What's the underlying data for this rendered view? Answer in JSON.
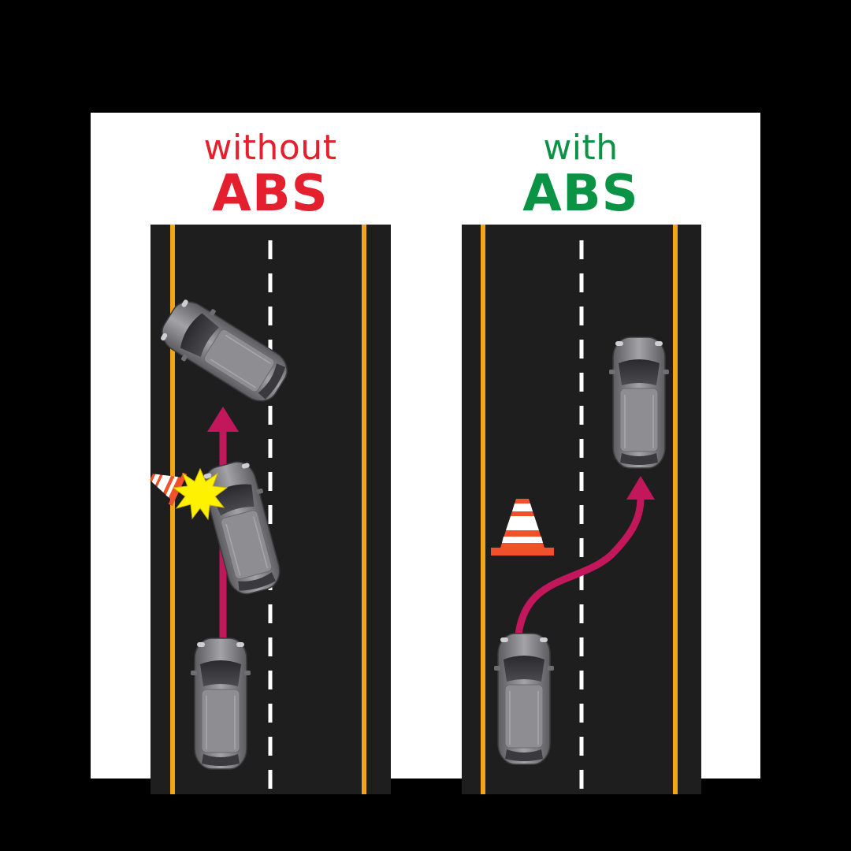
{
  "colors": {
    "background": "#000000",
    "panel": "#ffffff",
    "road": "#1f1e1f",
    "edge_line": "#f2a516",
    "center_dash": "#ffffff",
    "without_text": "#e5202e",
    "with_text": "#0a9345",
    "path_arrow": "#c2185b",
    "impact_burst": "#fff200",
    "cone_orange": "#f0502a",
    "car_body": "#8a8a8d"
  },
  "without_abs": {
    "line1": "without",
    "line2": "ABS"
  },
  "with_abs": {
    "line1": "with",
    "line2": "ABS"
  },
  "icons": [
    "car-icon",
    "traffic-cone-icon",
    "impact-burst-icon",
    "path-arrow-icon"
  ]
}
